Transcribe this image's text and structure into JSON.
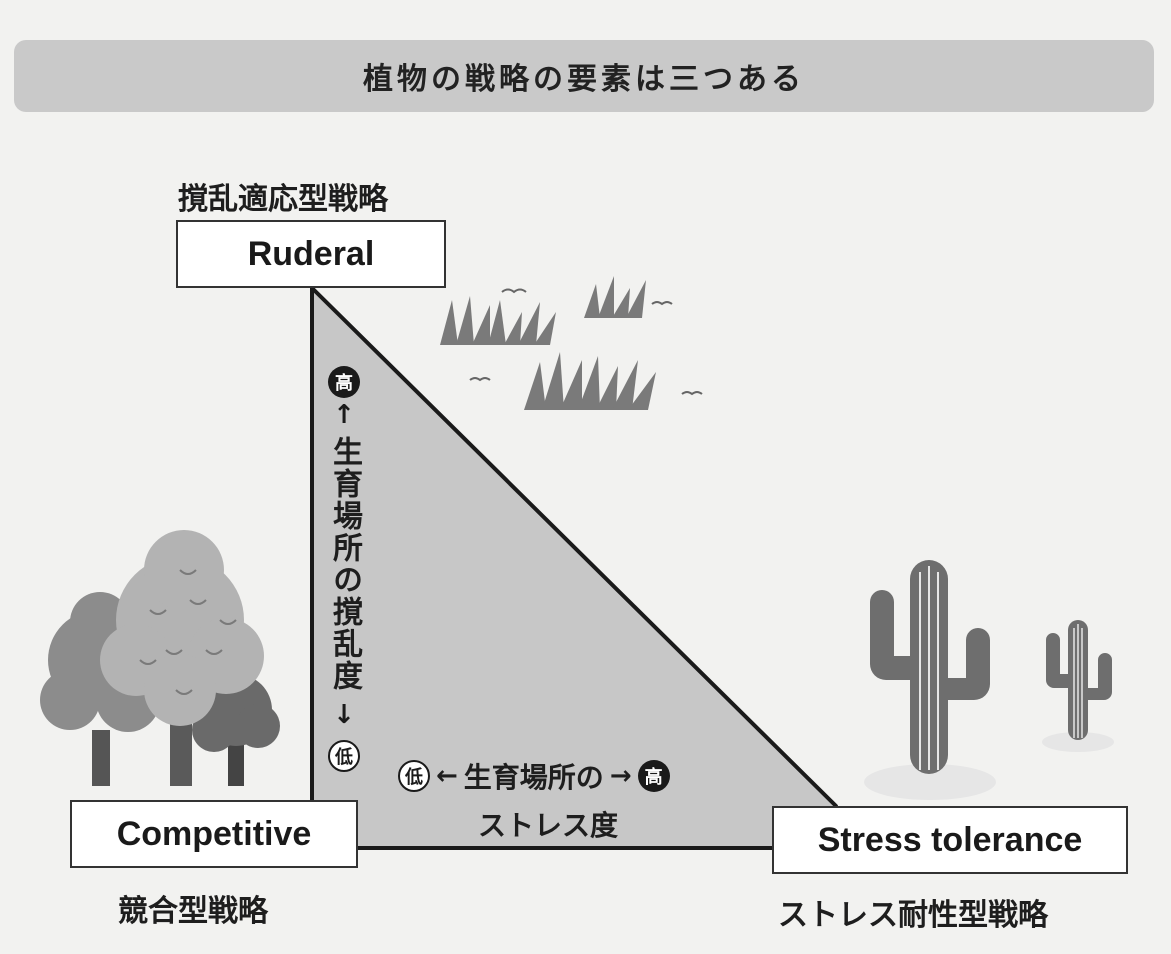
{
  "title": "植物の戦略の要素は三つある",
  "ruderal": {
    "jp": "撹乱適応型戦略",
    "en": "Ruderal"
  },
  "competitive": {
    "en": "Competitive",
    "jp": "競合型戦略"
  },
  "stress": {
    "en": "Stress tolerance",
    "jp": "ストレス耐性型戦略"
  },
  "disturbance_axis": {
    "high": "高",
    "arrow_up": "↑",
    "label": "生育場所の撹乱度",
    "arrow_down": "↓",
    "low": "低"
  },
  "stress_axis": {
    "low": "低",
    "arrow_left": "←",
    "label_line1": "生育場所の",
    "arrow_right": "→",
    "high": "高",
    "label_line2": "ストレス度"
  },
  "colors": {
    "triangle_fill": "#c7c7c7",
    "title_bg": "#c9c9c9",
    "grass": "#7a7a7a",
    "cactus": "#6e6e6e",
    "tree_light": "#b3b3b3",
    "tree_mid": "#8c8c8c",
    "tree_dark": "#6a6a6a"
  },
  "icons": [
    "grass-clump-icon",
    "cactus-icon",
    "tree-icon",
    "bird-icon"
  ]
}
